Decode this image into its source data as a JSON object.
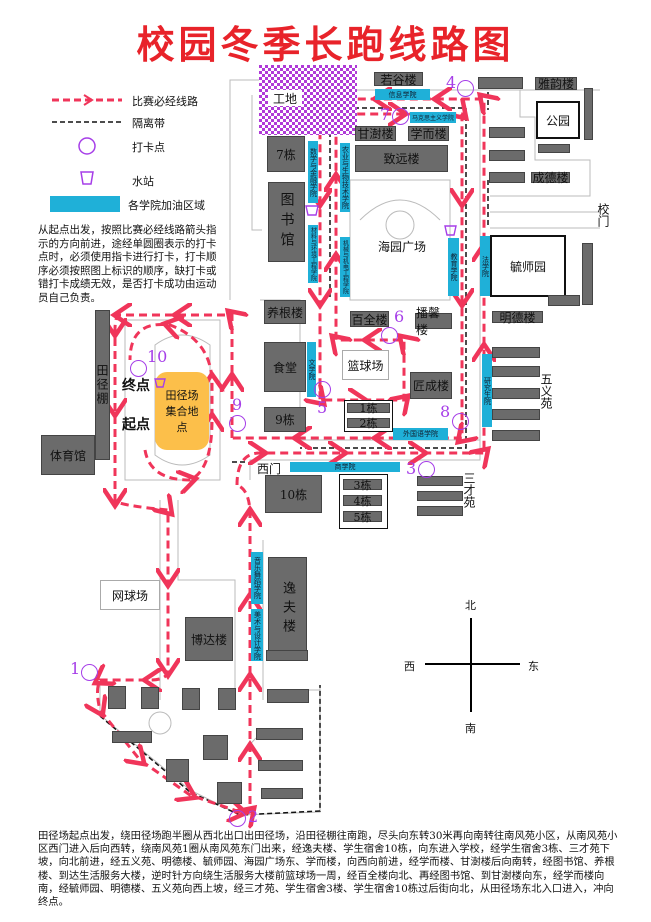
{
  "title": "校园冬季长跑线路图",
  "legend": {
    "route": "比赛必经线路",
    "barrier": "隔离带",
    "checkpoint": "打卡点",
    "water": "水站",
    "cheer_zone": "各学院加油区域"
  },
  "intro": "从起点出发，按照比赛必经线路箭头指示的方向前进，途经单圆圈表示的打卡点时，必须使用指卡进行打卡，打卡顺序必须按照图上标识的顺序，缺打卡或错打卡成绩无效，是否打卡成功由运动员自己负责。",
  "description": "田径场起点出发，绕田径场跑半圈从西北出口出田径场，沿田径棚往南跑，尽头向东转30米再向南转往南风苑小区，从南风苑小区西门进入后向西转，绕南风苑1圈从南风苑东门出来，经逸夫楼、学生宿舍10栋，向东进入学校，经学生宿舍3栋、三才苑下坡，向北前进，经五义苑、明德楼、毓师园、海园广场东、学而楼，向西向前进，经学而楼、甘澍楼后向南转，经图书馆、养根楼、到达生活服务大楼，逆时针方向绕生活服务大楼前篮球场一周，经百全楼向北、再经图书馆、到甘澍楼向东，经学而楼向南，经毓师园、明德楼、五义苑向西上坡，经三才苑、学生宿舍3楼、学生宿舍10栋过后街向北，从田径场东北入口进入，冲向终点。",
  "buildings": {
    "construction": "工地",
    "ruogu": "若谷楼",
    "yayun": "雅韵楼",
    "park": "公园",
    "gantan": "甘澍楼",
    "xueer": "学而楼",
    "zhiyuan": "致远楼",
    "b7": "7栋",
    "library": "图书馆",
    "plaza": "海园广场",
    "chengde": "成德楼",
    "gate": "校门",
    "yushi": "毓师园",
    "mingde": "明德楼",
    "wuyi": "五义苑",
    "yanggen": "养根楼",
    "canteen": "食堂",
    "b9": "9栋",
    "baiquan": "百全楼",
    "boxin": "播馨楼",
    "court": "篮球场",
    "jiangcheng": "匠成楼",
    "b1": "1栋",
    "b2": "2栋",
    "west_gate": "西门",
    "b10": "10栋",
    "b3": "3栋",
    "b4": "4栋",
    "b5": "5栋",
    "sancai": "三才苑",
    "gym": "体育馆",
    "shed": "田径棚",
    "field": "田径场集合地点",
    "tennis": "网球场",
    "boda": "博达楼",
    "yifu": "逸夫楼"
  },
  "colleges": {
    "info": "信息学院",
    "marx": "马克思主义学院",
    "math": "数学与金融学院",
    "material": "材料与环境工程学院",
    "agri": "农业与生物技术学院",
    "mech": "机械与机电工程学院",
    "edu": "教育学院",
    "law": "法学院",
    "grad": "研究生院",
    "lit": "文学院",
    "foreign": "外国语学院",
    "business": "商学院",
    "music": "音乐舞蹈学院",
    "art": "美术与设计学院"
  },
  "start": "起点",
  "finish": "终点",
  "checkpoints": [
    "1",
    "2",
    "3",
    "4",
    "5",
    "6",
    "7",
    "8",
    "9",
    "10"
  ],
  "compass": {
    "north": "北",
    "south": "南",
    "west": "西",
    "east": "东"
  },
  "colors": {
    "route": "#f0355a",
    "checkpoint": "#a63ee8",
    "cheer": "#1fb0d8",
    "building": "#6b6b6b",
    "field": "#fcbf4a",
    "title": "#e8232a"
  }
}
